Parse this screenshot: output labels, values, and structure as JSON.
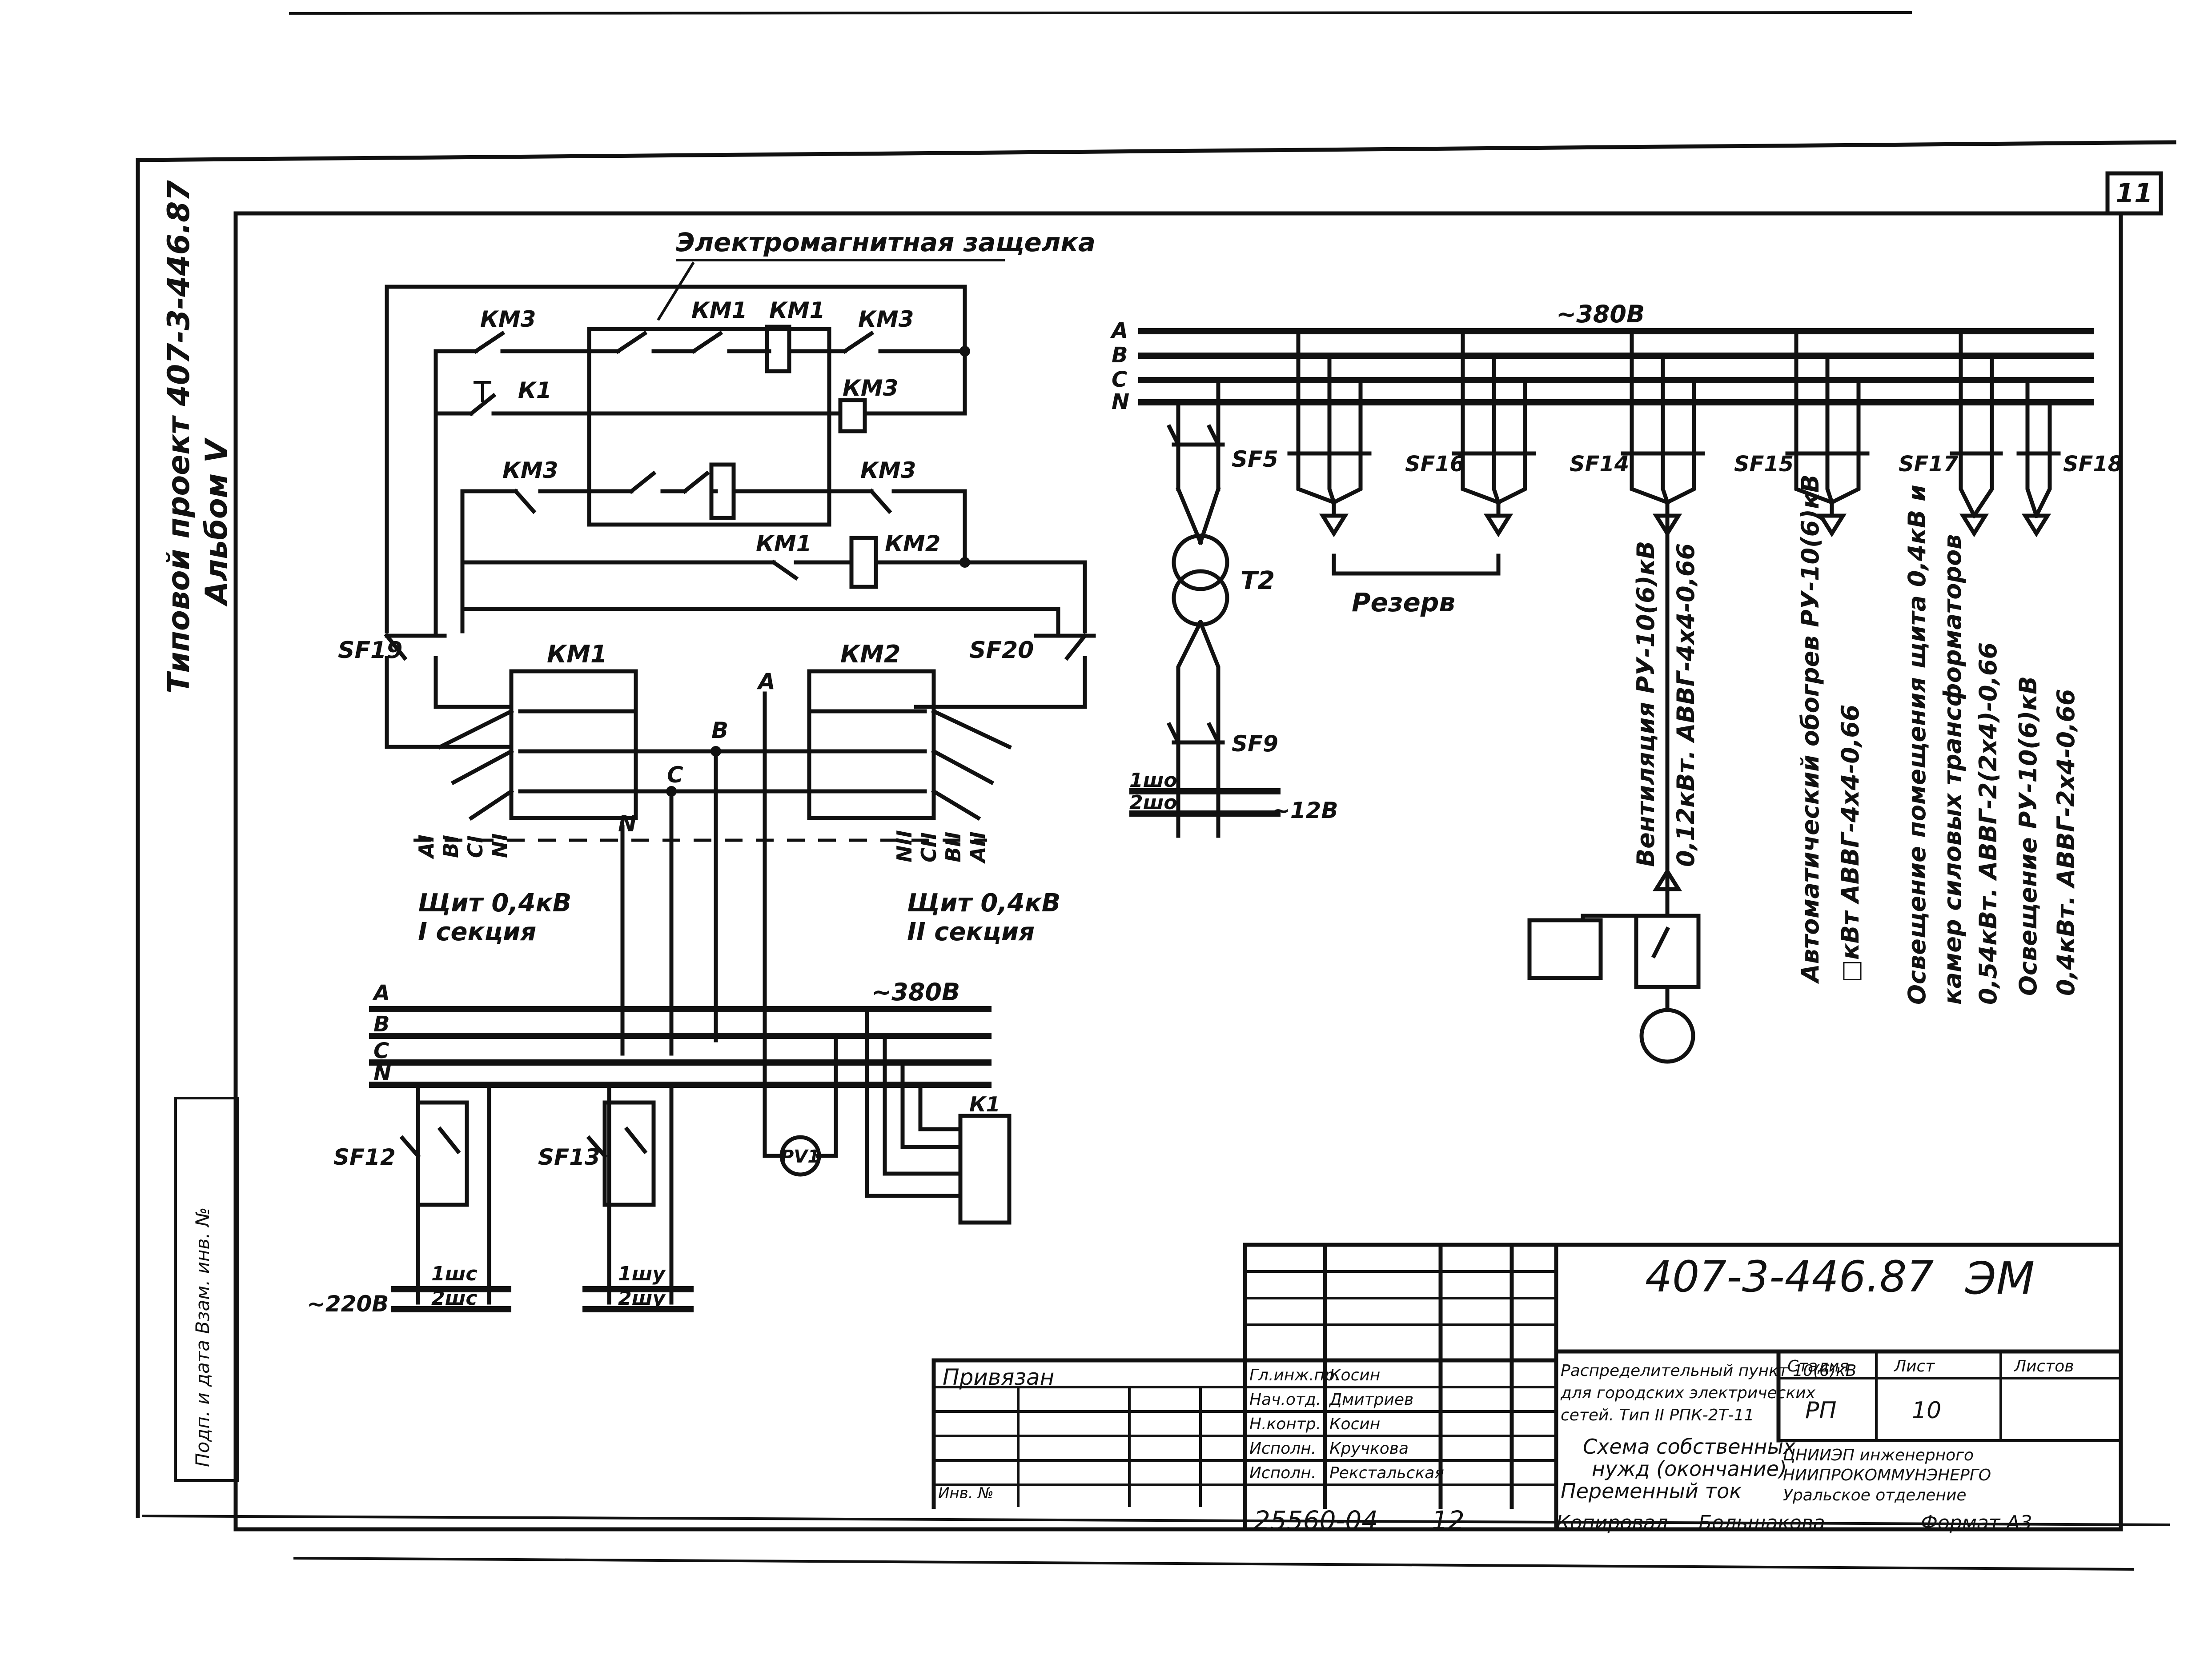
{
  "labels": {
    "em_latch": "Электромагнитная защелка",
    "km3": "КМ3",
    "km1": "КМ1",
    "km2": "КМ2",
    "k1": "К1",
    "sf19": "SF19",
    "sf20": "SF20",
    "sf5": "SF5",
    "sf9": "SF9",
    "sf12": "SF12",
    "sf13": "SF13",
    "sf16": "SF16",
    "sf14": "SF14",
    "sf15": "SF15",
    "sf17": "SF17",
    "sf18": "SF18",
    "t2": "Т2",
    "pv1": "PV1",
    "v380_top": "~380В",
    "v380_bot": "~380В",
    "v12": "~12В",
    "v220": "~220В",
    "reserve": "Резерв",
    "panel1_line1": "Щит 0,4кВ",
    "panel1_line2": "I секция",
    "panel2_line1": "Щит 0,4кВ",
    "panel2_line2": "II секция",
    "bus_a": "А",
    "bus_b": "В",
    "bus_c": "С",
    "bus_n": "N",
    "ph_a": "А",
    "ph_b": "В",
    "ph_c": "С",
    "ph_n": "N",
    "w1sho": "1шо",
    "w2sho": "2шо",
    "w1shs": "1шс",
    "w2shs": "2шс",
    "w1shu": "1шу",
    "w2shu": "2шу",
    "term_ai": "АI",
    "term_bi": "ВI",
    "term_ci": "СI",
    "term_ni": "NI",
    "term_aii": "АII",
    "term_bii": "ВII",
    "term_cii": "СII",
    "term_nii": "NII",
    "vent_line1": "Вентиляция РУ-10(6)кВ",
    "vent_line2": "0,12кВт. АВВГ-4х4-0,66",
    "heat_line1": "Автоматический обогрев РУ-10(6)кВ",
    "heat_line2": "□кВт АВВГ-4х4-0,66",
    "light1_line1": "Освещение помещения щита 0,4кВ и",
    "light1_line2": "камер силовых трансформаторов",
    "light1_line3": "0,54кВт. АВВГ-2(2х4)-0,66",
    "light2_line1": "Освещение РУ-10(6)кВ",
    "light2_line2": "0,4кВт. АВВГ-2х4-0,66"
  },
  "frame": {
    "sheet_corner": "11",
    "side_line1": "Типовой проект 407-3-446.87",
    "side_line2": "Альбом V",
    "side_left": "Подп. и дата   Взам. инв. №"
  },
  "title_block": {
    "code": "407-3-446.87",
    "mark": "ЭМ",
    "attached": "Привязан",
    "roles": [
      "Гл.инж.пр.",
      "Нач.отд.",
      "Н.контр.",
      "Исполн.",
      "Исполн."
    ],
    "names": [
      "Косин",
      "Дмитриев",
      "Косин",
      "Кручкова",
      "Рекстальская"
    ],
    "object_line1": "Распределительный пункт 10(6)кВ",
    "object_line2": "для городских электрических",
    "object_line3": "сетей. Тип II РПК-2Т-11",
    "stage_header": "Стадия",
    "sheet_header": "Лист",
    "sheets_header": "Листов",
    "stage": "РП",
    "sheet": "10",
    "drawing_line1": "Схема собственных",
    "drawing_line2": "нужд (окончание)",
    "drawing_line3": "Переменный ток",
    "org_line1": "ЦНИИЭП инженерного",
    "org_line2": "НИИПРОКОММУНЭНЕРГО",
    "org_line3": "Уральское отделение",
    "inv_label": "Инв. №",
    "inv_number": "25560-04",
    "inv_sheet": "12",
    "copied": "Копировал",
    "copier": "Большакова",
    "format": "Формат А3"
  }
}
